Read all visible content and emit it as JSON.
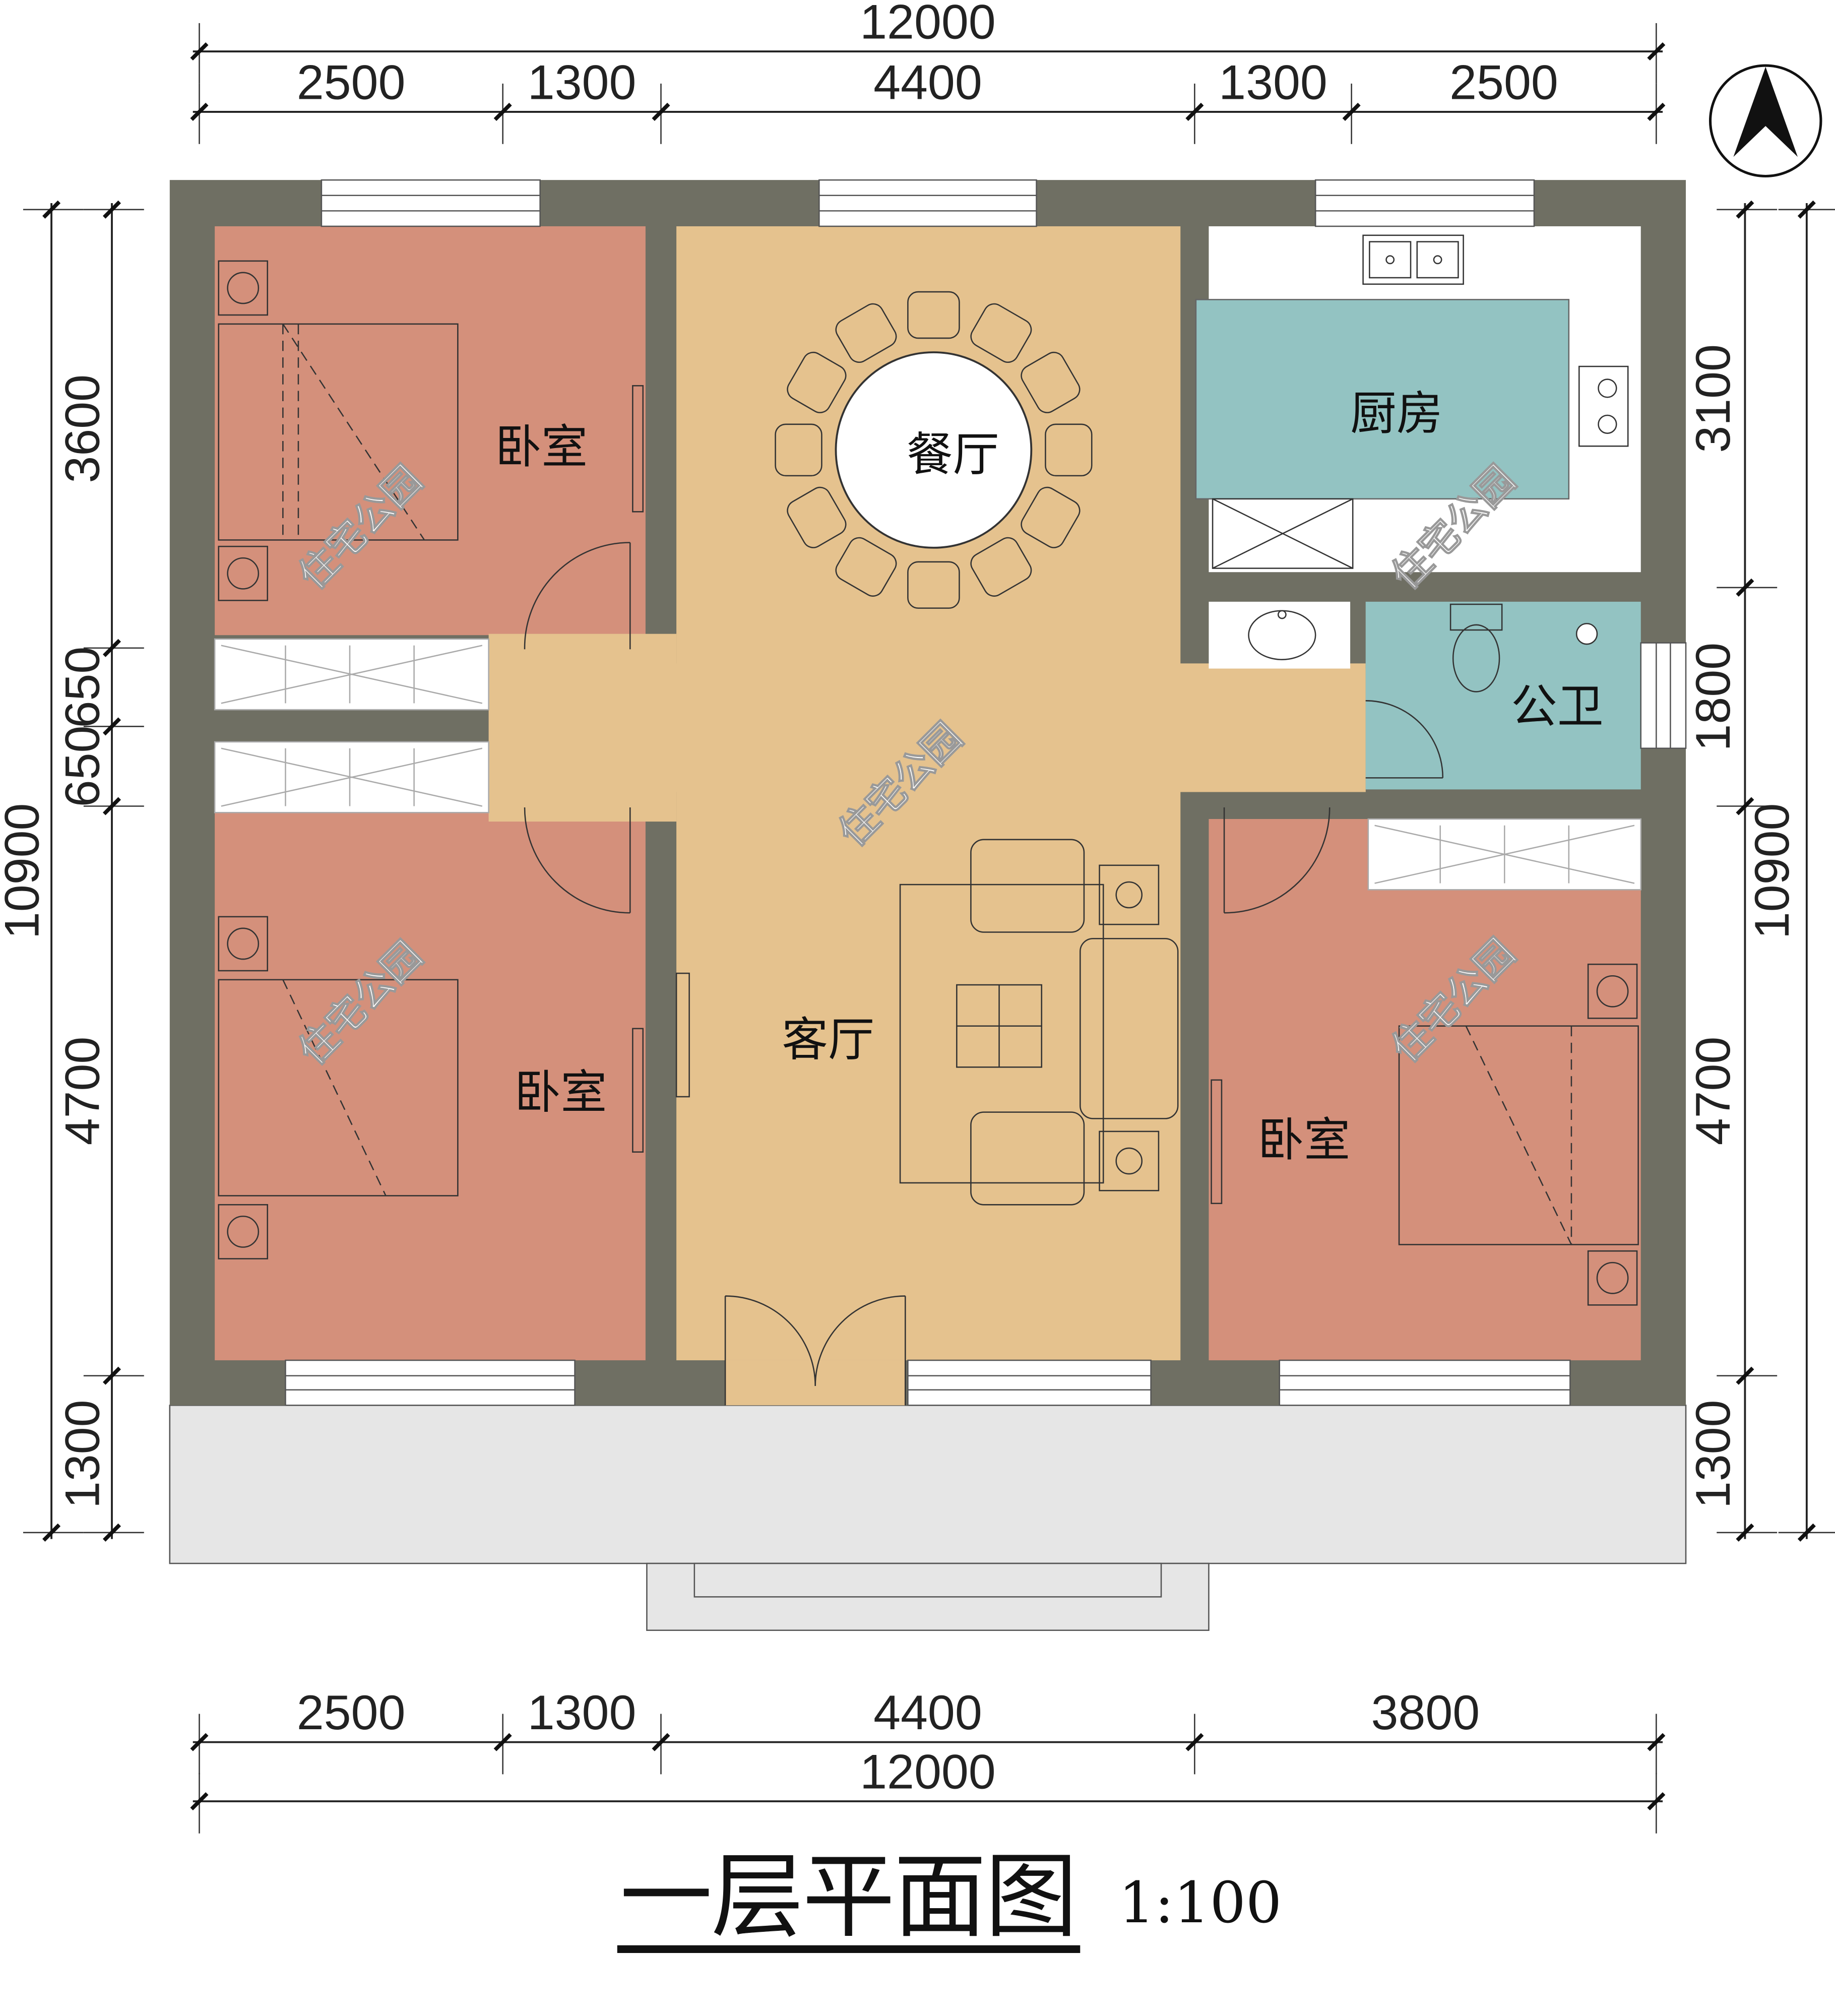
{
  "title": "一层平面图",
  "scale": "1:100",
  "watermark": "住宅公园",
  "colors": {
    "wall": "#6f6f63",
    "bedroom": "#d4907b",
    "living": "#e5c28e",
    "wet": "#93c3c2",
    "porch": "#e6e6e6"
  },
  "rooms": {
    "bedroom_top_left": "卧室",
    "dining": "餐厅",
    "kitchen": "厨房",
    "bathroom": "公卫",
    "living": "客厅",
    "bedroom_bottom_left": "卧室",
    "bedroom_right": "卧室"
  },
  "dimensions": {
    "top_total": "12000",
    "top": [
      "2500",
      "1300",
      "4400",
      "1300",
      "2500"
    ],
    "bottom": [
      "2500",
      "1300",
      "4400",
      "3800"
    ],
    "bottom_total": "12000",
    "left": [
      "3600",
      "650",
      "650",
      "4700",
      "1300"
    ],
    "left_total": "10900",
    "right": [
      "3100",
      "1800",
      "4700",
      "1300"
    ],
    "right_total": "10900"
  },
  "north_arrow": "north-arrow-icon"
}
